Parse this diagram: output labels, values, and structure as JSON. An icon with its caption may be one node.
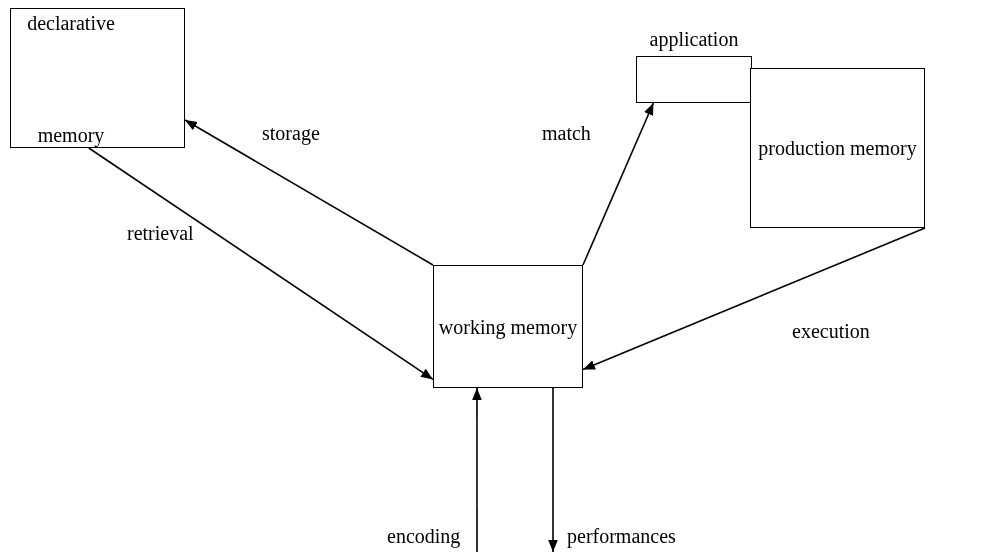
{
  "diagram": {
    "nodes": [
      {
        "text": [
          "declarative memory"
        ]
      },
      {
        "text": [
          "application"
        ]
      },
      {
        "text": [
          "production memory"
        ]
      },
      {
        "text": [
          "working memory"
        ]
      }
    ],
    "edges": [
      {
        "from": 3,
        "to": 0,
        "arrow": "to",
        "label": "storage"
      },
      {
        "from": 0,
        "to": 3,
        "arrow": "to",
        "label": "retrieval"
      },
      {
        "from": 3,
        "to": 1,
        "arrow": "to",
        "label": "match"
      },
      {
        "from": 2,
        "to": 3,
        "arrow": "to",
        "label": "execution"
      },
      {
        "from": null,
        "to": 3,
        "arrow": "to",
        "label": "encoding"
      },
      {
        "from": 3,
        "to": null,
        "arrow": "to",
        "label": "performances"
      }
    ]
  }
}
